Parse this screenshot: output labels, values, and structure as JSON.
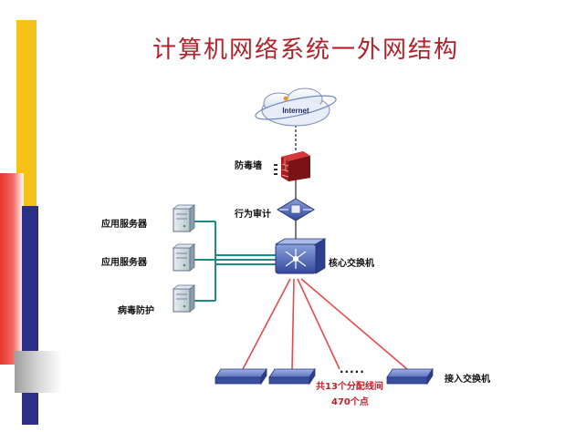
{
  "title": "计算机网络系统一外网结构",
  "nodes": {
    "internet": "Internet",
    "firewall": "防毒墙",
    "audit": "行为审计",
    "app_server_1": "应用服务器",
    "app_server_2": "应用服务器",
    "antivirus": "病毒防护",
    "core_switch": "核心交换机",
    "access_switch": "接入交换机"
  },
  "note": {
    "line1": "共13个分配线间",
    "line2": "470个点",
    "ellipsis": "....."
  },
  "colors": {
    "title": "#b1222b",
    "trunk_link": "#e8494f",
    "server_link": "#1a8c8a",
    "uplink": "#333333"
  }
}
